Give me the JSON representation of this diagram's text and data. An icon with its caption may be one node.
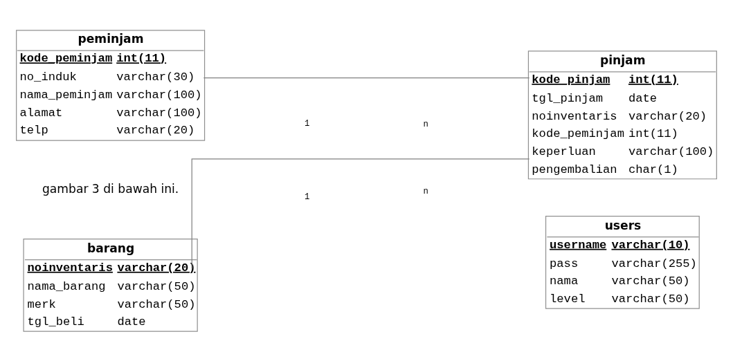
{
  "diagram": {
    "nodes": [
      {
        "text": [
          "barang",
          "noinventaris",
          "varchar(20)",
          "nama_barang",
          "varchar(50)",
          "merk",
          "varchar(50)",
          "tgl_beli",
          "date"
        ]
      },
      {
        "text": [
          "pinjam",
          "kode_pinjam",
          "int(11)",
          "tgl_pinjam",
          "date",
          "noinventaris",
          "varchar(20)",
          "kode_peminjam",
          "int(11)",
          "keperluan",
          "varchar(100)",
          "pengembalian",
          "char(1)"
        ]
      },
      {
        "text": [
          "peminjam",
          "kode_peminjam",
          "int(11)",
          "no_induk",
          "varchar(30)",
          "nama_peminjam",
          "varchar(100)",
          "alamat",
          "varchar(100)",
          "telp",
          "varchar(20)"
        ]
      },
      {
        "text": [
          "users",
          "username",
          "varchar(10)",
          "pass",
          "varchar(255)",
          "nama",
          "varchar(50)",
          "level",
          "varchar(50)"
        ]
      }
    ],
    "edges": [
      {
        "from": 0,
        "to": 1,
        "arrow": "none"
      },
      {
        "from": 2,
        "to": 1,
        "arrow": "none"
      }
    ],
    "labels": [
      "gambar 3 di bawah ini.",
      "1",
      "n",
      "n",
      "1"
    ]
  }
}
